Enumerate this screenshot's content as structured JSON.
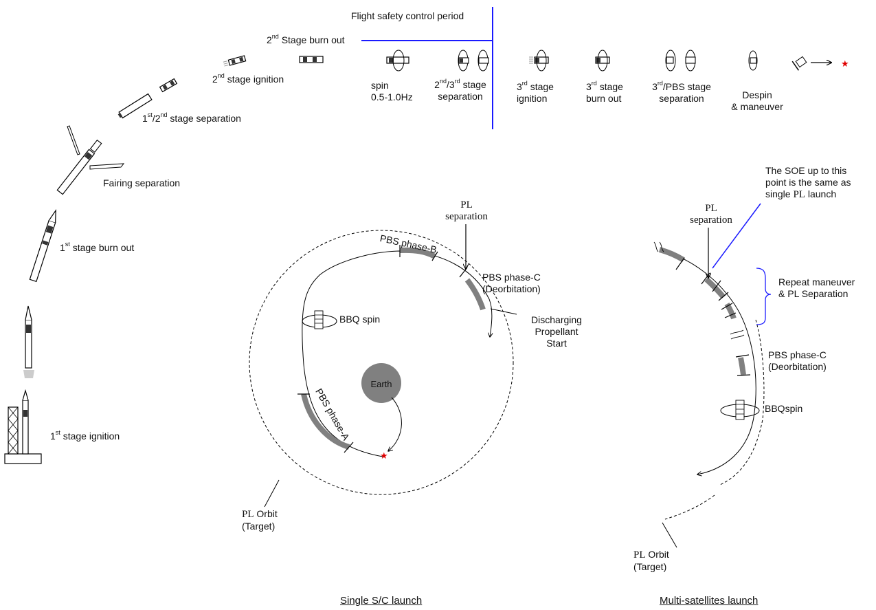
{
  "top": {
    "flight_safety": "Flight safety control period",
    "stage2_burnout": {
      "prefix": "2",
      "sup": "nd",
      "rest": " Stage burn out"
    },
    "stage2_ignition": {
      "prefix": "2",
      "sup": "nd",
      "rest": "  stage ignition"
    },
    "stage12_sep": {
      "p1": "1",
      "s1": "st",
      "p2": "/2",
      "s2": "nd",
      "rest": " stage separation"
    },
    "fairing_sep": "Fairing separation",
    "stage1_burnout": {
      "prefix": "1",
      "sup": "st",
      "rest": " stage burn out"
    },
    "stage1_ignition": {
      "prefix": "1",
      "sup": "st",
      "rest": "  stage ignition"
    },
    "spin": {
      "l1": "spin",
      "l2": "0.5-1.0Hz"
    },
    "stage23_sep": {
      "p1": "2",
      "s1": "nd",
      "p2": "/3",
      "s2": "rd",
      "rest": " stage",
      "l2": "separation"
    },
    "stage3_ign": {
      "prefix": "3",
      "sup": "rd",
      "rest": " stage",
      "l2": "ignition"
    },
    "stage3_burn": {
      "prefix": "3",
      "sup": "rd",
      "rest": " stage",
      "l2": "burn out"
    },
    "stage3pbs_sep": {
      "prefix": "3",
      "sup": "rd",
      "rest": "/PBS stage",
      "l2": "separation"
    },
    "despin": {
      "l1": "Despin",
      "l2": "& maneuver"
    }
  },
  "single": {
    "pl_sep": {
      "l1": "PL",
      "l2": "separation"
    },
    "phase_b": "PBS phase-B",
    "phase_c": {
      "l1": "PBS phase-C",
      "l2": "(Deorbitation)"
    },
    "discharging": {
      "l1": "Discharging",
      "l2": "Propellant",
      "l3": "Start"
    },
    "bbq": "BBQ spin",
    "earth": "Earth",
    "phase_a": "PBS phase-A",
    "orbit": {
      "l1a": "PL",
      "l1b": " Orbit",
      "l2": "(Target)"
    },
    "caption": "Single S/C launch"
  },
  "multi": {
    "soe": {
      "l1": "The SOE up to this",
      "l2": "point is the same as",
      "l3a": "single ",
      "l3b": "PL",
      "l3c": "  launch"
    },
    "pl_sep": {
      "l1": "PL",
      "l2": "separation"
    },
    "repeat": {
      "l1": "Repeat maneuver",
      "l2": "& PL Separation"
    },
    "phase_c": {
      "l1": "PBS phase-C",
      "l2": "(Deorbitation)"
    },
    "bbq": "BBQspin",
    "orbit": {
      "l1a": "PL",
      "l1b": "  Orbit",
      "l2": "(Target)"
    },
    "caption": "Multi-satellites launch"
  },
  "colors": {
    "marker": "#1a1aff",
    "phase": "#808080",
    "earth": "#808080",
    "star": "#e00000"
  }
}
